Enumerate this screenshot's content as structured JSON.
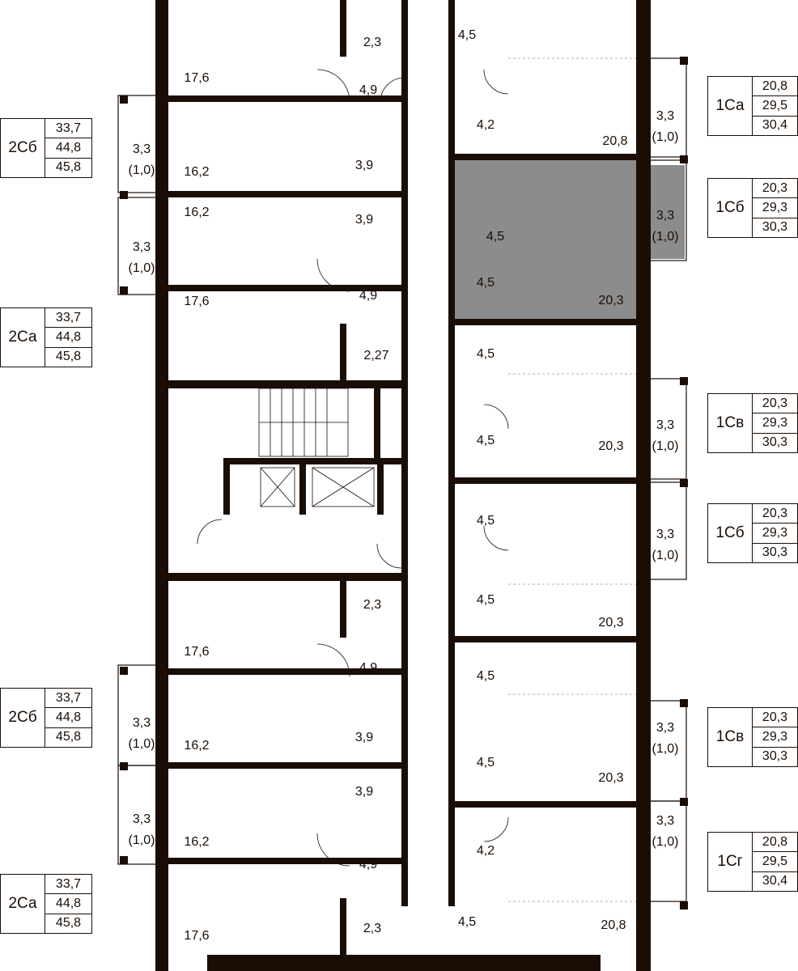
{
  "colors": {
    "wall": "#1a0d05",
    "highlight": "#8c8c8c",
    "line": "#1a0d05"
  },
  "left_units": [
    {
      "code": "2Сб",
      "areas": [
        "33,7",
        "44,8",
        "45,8"
      ]
    },
    {
      "code": "2Са",
      "areas": [
        "33,7",
        "44,8",
        "45,8"
      ]
    },
    {
      "code": "2Сб",
      "areas": [
        "33,7",
        "44,8",
        "45,8"
      ]
    },
    {
      "code": "2Са",
      "areas": [
        "33,7",
        "44,8",
        "45,8"
      ]
    }
  ],
  "right_units": [
    {
      "code": "1Са",
      "areas": [
        "20,8",
        "29,5",
        "30,4"
      ]
    },
    {
      "code": "1Сб",
      "areas": [
        "20,3",
        "29,3",
        "30,3"
      ]
    },
    {
      "code": "1Св",
      "areas": [
        "20,3",
        "29,3",
        "30,3"
      ]
    },
    {
      "code": "1Сб",
      "areas": [
        "20,3",
        "29,3",
        "30,3"
      ]
    },
    {
      "code": "1Св",
      "areas": [
        "20,3",
        "29,3",
        "30,3"
      ]
    },
    {
      "code": "1Сг",
      "areas": [
        "20,8",
        "29,5",
        "30,4"
      ]
    }
  ],
  "rooms": {
    "l_a_living": "17,6",
    "l_a_wc": "2,3",
    "l_a_hall": "4,9",
    "l_b_balcony_1": "3,3",
    "l_b_balcony_2": "(1,0)",
    "l_b_living": "16,2",
    "l_b_bath": "3,9",
    "l_c_balcony_1": "3,3",
    "l_c_balcony_2": "(1,0)",
    "l_c_living": "16,2",
    "l_c_bath": "3,9",
    "l_d_living": "17,6",
    "l_d_hall": "4,9",
    "l_d_wc": "2,27",
    "l_e_wc": "2,3",
    "l_e_living": "17,6",
    "l_e_hall": "4,9",
    "l_f_balcony_1": "3,3",
    "l_f_balcony_2": "(1,0)",
    "l_f_living": "16,2",
    "l_f_bath": "3,9",
    "l_g_balcony_1": "3,3",
    "l_g_balcony_2": "(1,0)",
    "l_g_living": "16,2",
    "l_g_bath": "3,9",
    "l_h_hall": "4,9",
    "l_h_wc": "2,3",
    "l_h_living": "17,6",
    "r_1_bath": "4,5",
    "r_1_hall": "4,2",
    "r_1_living": "20,8",
    "r_1_balcony_1": "3,3",
    "r_1_balcony_2": "(1,0)",
    "r_2_hall": "4,5",
    "r_2_bath": "4,5",
    "r_2_living": "20,3",
    "r_2_balcony_1": "3,3",
    "r_2_balcony_2": "(1,0)",
    "r_3_bath": "4,5",
    "r_3_hall": "4,5",
    "r_3_living": "20,3",
    "r_3_balcony_1": "3,3",
    "r_3_balcony_2": "(1,0)",
    "r_4_hall": "4,5",
    "r_4_bath": "4,5",
    "r_4_living": "20,3",
    "r_4_balcony_1": "3,3",
    "r_4_balcony_2": "(1,0)",
    "r_5_bath": "4,5",
    "r_5_hall": "4,5",
    "r_5_living": "20,3",
    "r_5_balcony_1": "3,3",
    "r_5_balcony_2": "(1,0)",
    "r_6_hall": "4,2",
    "r_6_bath": "4,5",
    "r_6_living": "20,8",
    "r_6_balcony_1": "3,3",
    "r_6_balcony_2": "(1,0)"
  }
}
